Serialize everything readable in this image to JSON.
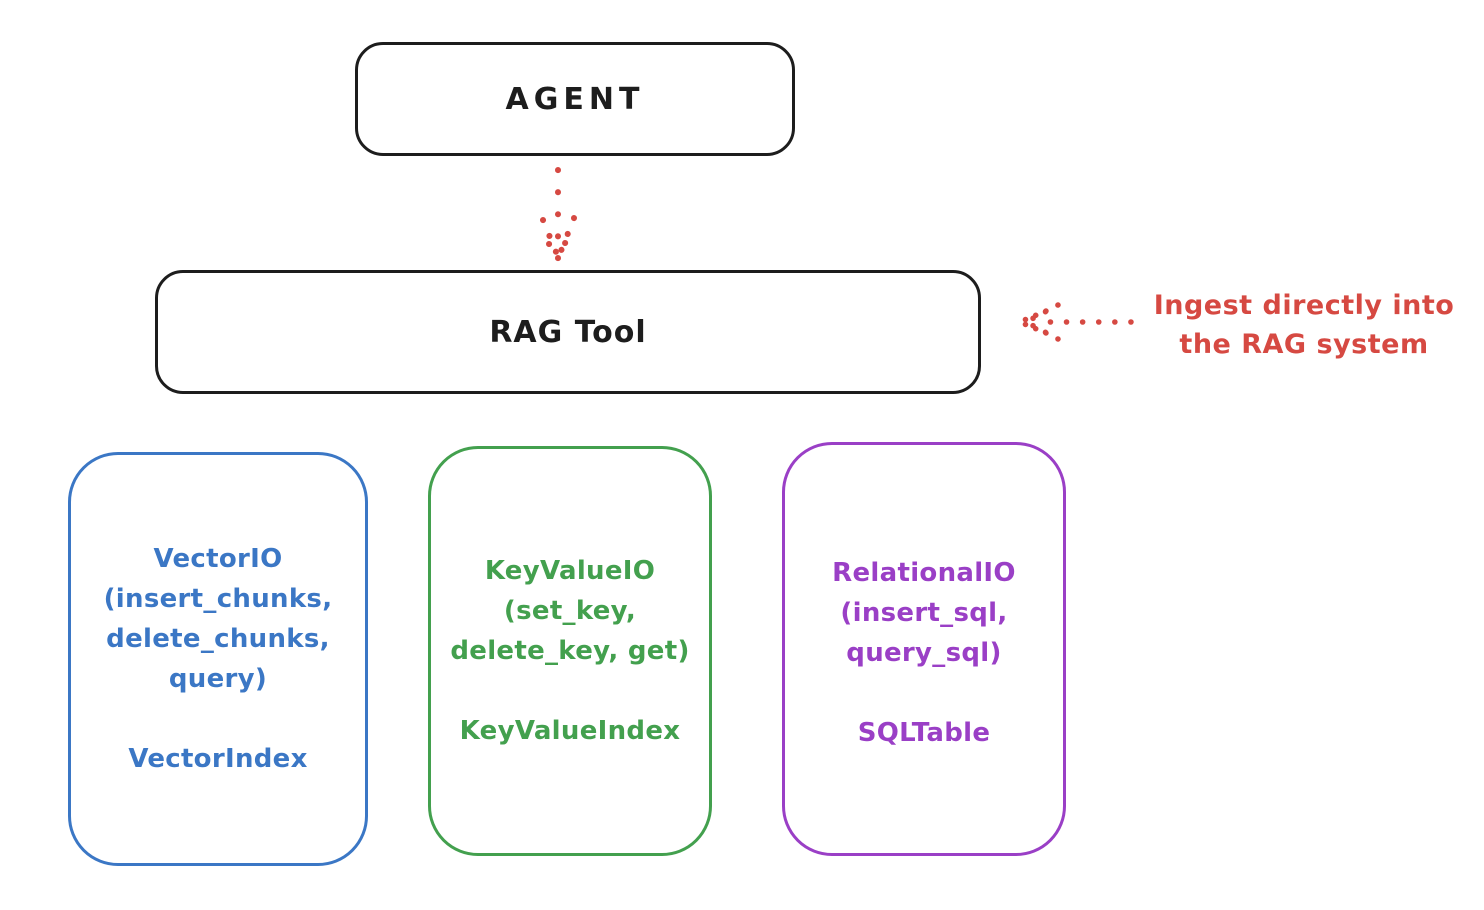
{
  "diagram": {
    "title_hint": "RAG Tool architecture sketch",
    "agent": {
      "label": "AGENT"
    },
    "rag_tool": {
      "label": "RAG Tool"
    },
    "annotation": {
      "line1": "Ingest directly into",
      "line2": "the RAG system",
      "color": "#d64942"
    },
    "arrows": [
      {
        "name": "agent-to-rag-tool",
        "style": "dotted",
        "color": "#d64942",
        "direction": "down"
      },
      {
        "name": "annotation-to-rag-tool",
        "style": "dotted",
        "color": "#d64942",
        "direction": "left"
      }
    ],
    "stores": [
      {
        "name": "VectorIO",
        "color": "#3b77c5",
        "lines": [
          "VectorIO",
          "(insert_chunks,",
          "delete_chunks,",
          "query)"
        ],
        "index_label": "VectorIndex"
      },
      {
        "name": "KeyValueIO",
        "color": "#43a04e",
        "lines": [
          "KeyValueIO",
          "(set_key,",
          "delete_key, get)"
        ],
        "index_label": "KeyValueIndex"
      },
      {
        "name": "RelationalIO",
        "color": "#9a3fc6",
        "lines": [
          "RelationalIO",
          "(insert_sql,",
          "query_sql)"
        ],
        "index_label": "SQLTable"
      }
    ],
    "colors": {
      "node_border": "#1d1d1d",
      "accent_red": "#d64942",
      "background": "#ffffff"
    }
  }
}
